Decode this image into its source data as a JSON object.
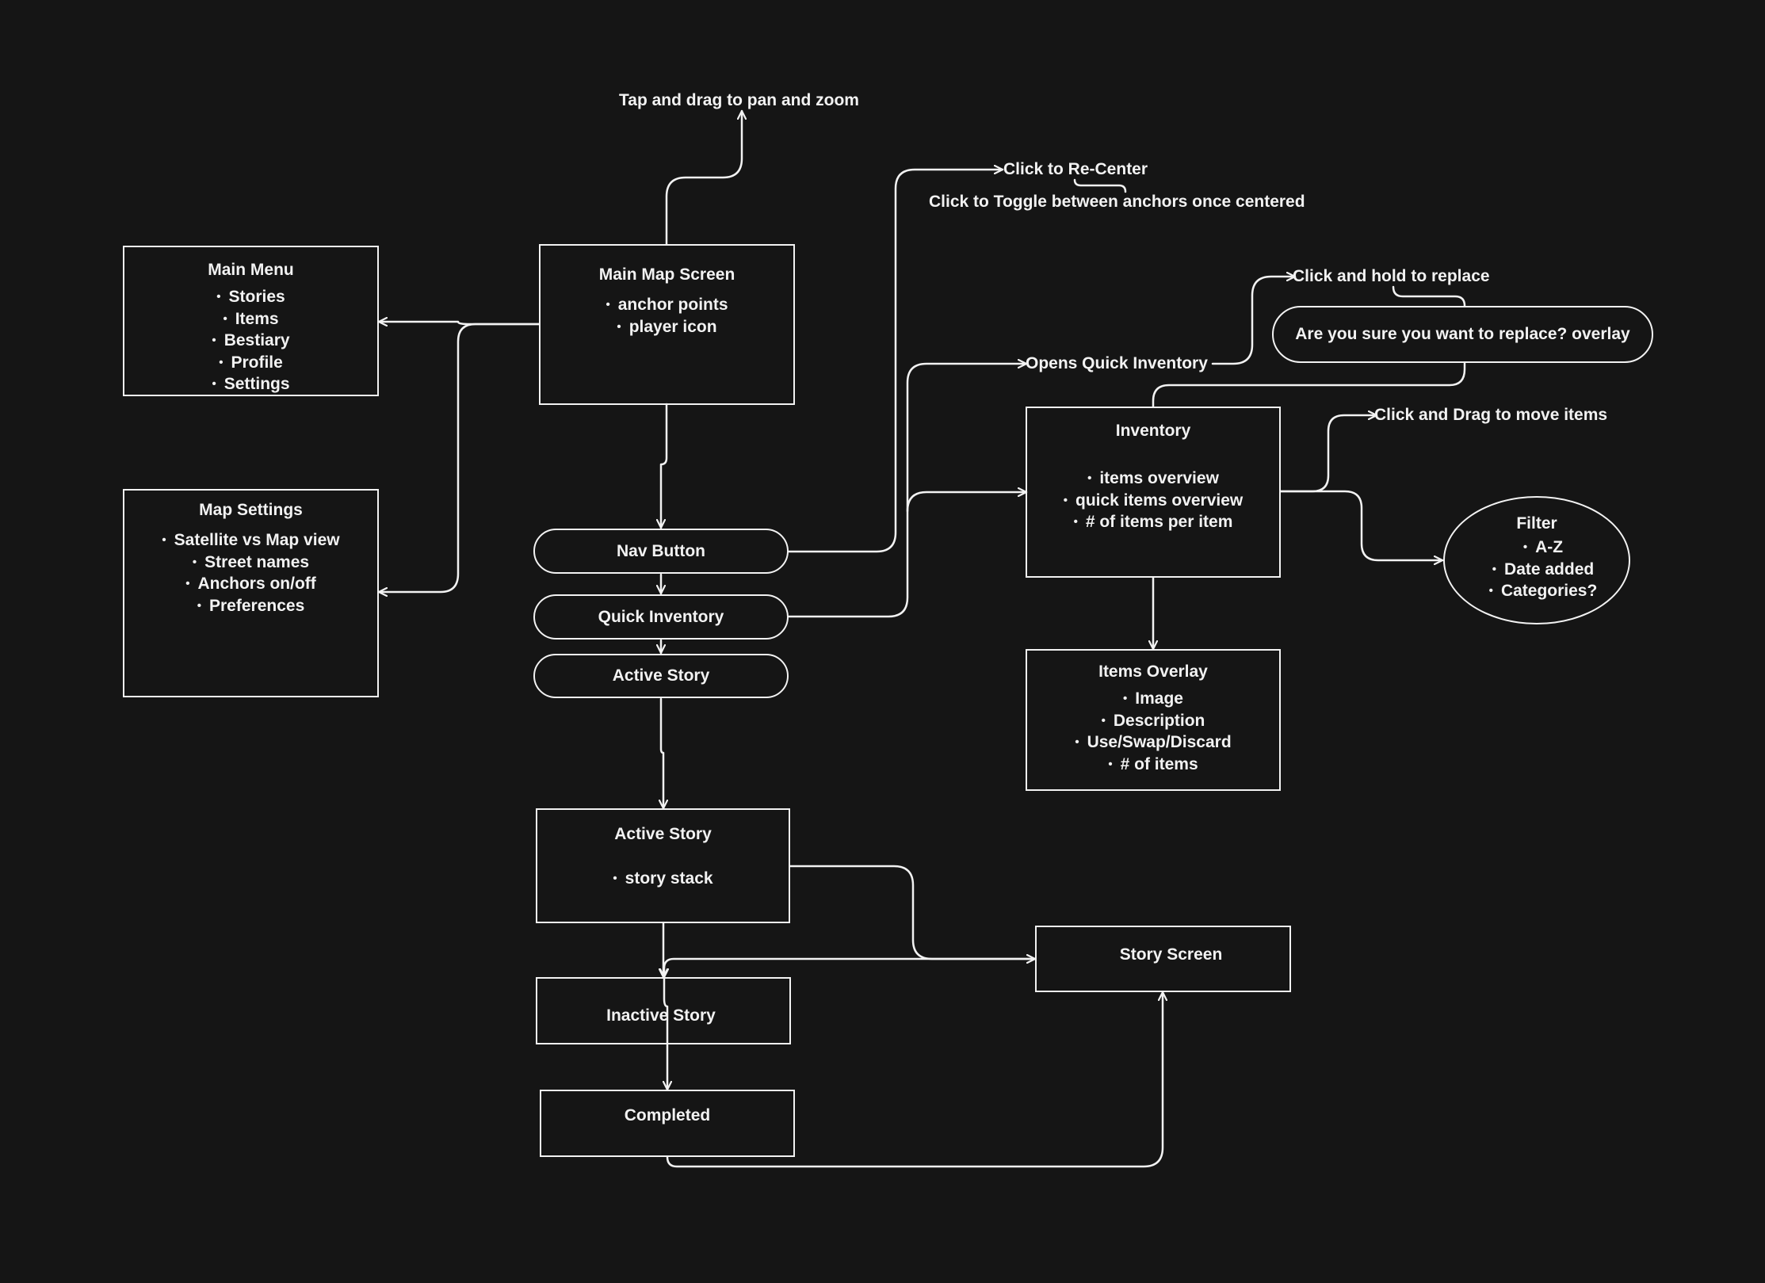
{
  "diagram": {
    "nodes": {
      "main_menu": {
        "title": "Main Menu",
        "items": [
          "Stories",
          "Items",
          "Bestiary",
          "Profile",
          "Settings"
        ]
      },
      "map_settings": {
        "title": "Map Settings",
        "items": [
          "Satellite vs Map view",
          "Street names",
          "Anchors on/off",
          "Preferences"
        ]
      },
      "main_map_screen": {
        "title": "Main Map Screen",
        "items": [
          "anchor points",
          "player icon"
        ]
      },
      "nav_button": {
        "title": "Nav Button"
      },
      "quick_inventory": {
        "title": "Quick Inventory"
      },
      "active_story_pill": {
        "title": "Active Story"
      },
      "active_story_box": {
        "title": "Active Story",
        "items": [
          "story stack"
        ]
      },
      "inactive_story": {
        "title": "Inactive Story"
      },
      "completed": {
        "title": "Completed"
      },
      "story_screen": {
        "title": "Story Screen"
      },
      "inventory": {
        "title": "Inventory",
        "items": [
          "items overview",
          "quick items overview",
          "# of items per item"
        ]
      },
      "items_overlay": {
        "title": "Items Overlay",
        "items": [
          "Image",
          "Description",
          "Use/Swap/Discard",
          "# of items"
        ]
      },
      "replace_overlay": {
        "title": "Are you sure you want to replace? overlay"
      },
      "filter": {
        "title": "Filter",
        "items": [
          "A-Z",
          "Date added",
          "Categories?"
        ]
      }
    },
    "annotations": {
      "pan_zoom": "Tap and drag to pan and zoom",
      "recenter": "Click to Re-Center",
      "toggle_anchors": "Click to Toggle between anchors once centered",
      "opens_quick_inventory": "Opens Quick Inventory",
      "hold_to_replace": "Click and hold to replace",
      "drag_to_move": "Click and Drag to move items"
    }
  }
}
